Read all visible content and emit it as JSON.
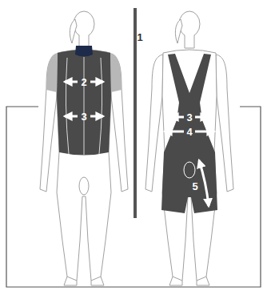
{
  "diagram": {
    "labels": [
      "1",
      "2",
      "3",
      "3",
      "4",
      "5"
    ]
  }
}
